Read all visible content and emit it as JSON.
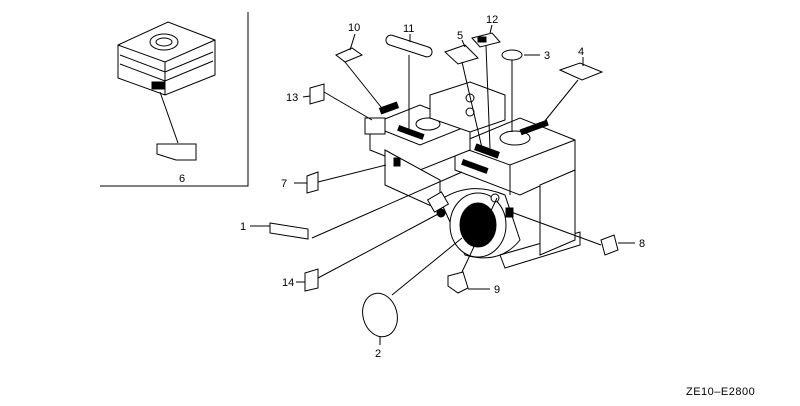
{
  "diagram": {
    "drawing_code": "ZE10–E2800",
    "callouts": [
      {
        "id": "c1",
        "label": "1"
      },
      {
        "id": "c2",
        "label": "2"
      },
      {
        "id": "c3",
        "label": "3"
      },
      {
        "id": "c4",
        "label": "4"
      },
      {
        "id": "c5",
        "label": "5"
      },
      {
        "id": "c6",
        "label": "6"
      },
      {
        "id": "c7",
        "label": "7"
      },
      {
        "id": "c8",
        "label": "8"
      },
      {
        "id": "c9",
        "label": "9"
      },
      {
        "id": "c10",
        "label": "10"
      },
      {
        "id": "c11",
        "label": "11"
      },
      {
        "id": "c12",
        "label": "12"
      },
      {
        "id": "c13",
        "label": "13"
      },
      {
        "id": "c14",
        "label": "14"
      }
    ]
  }
}
